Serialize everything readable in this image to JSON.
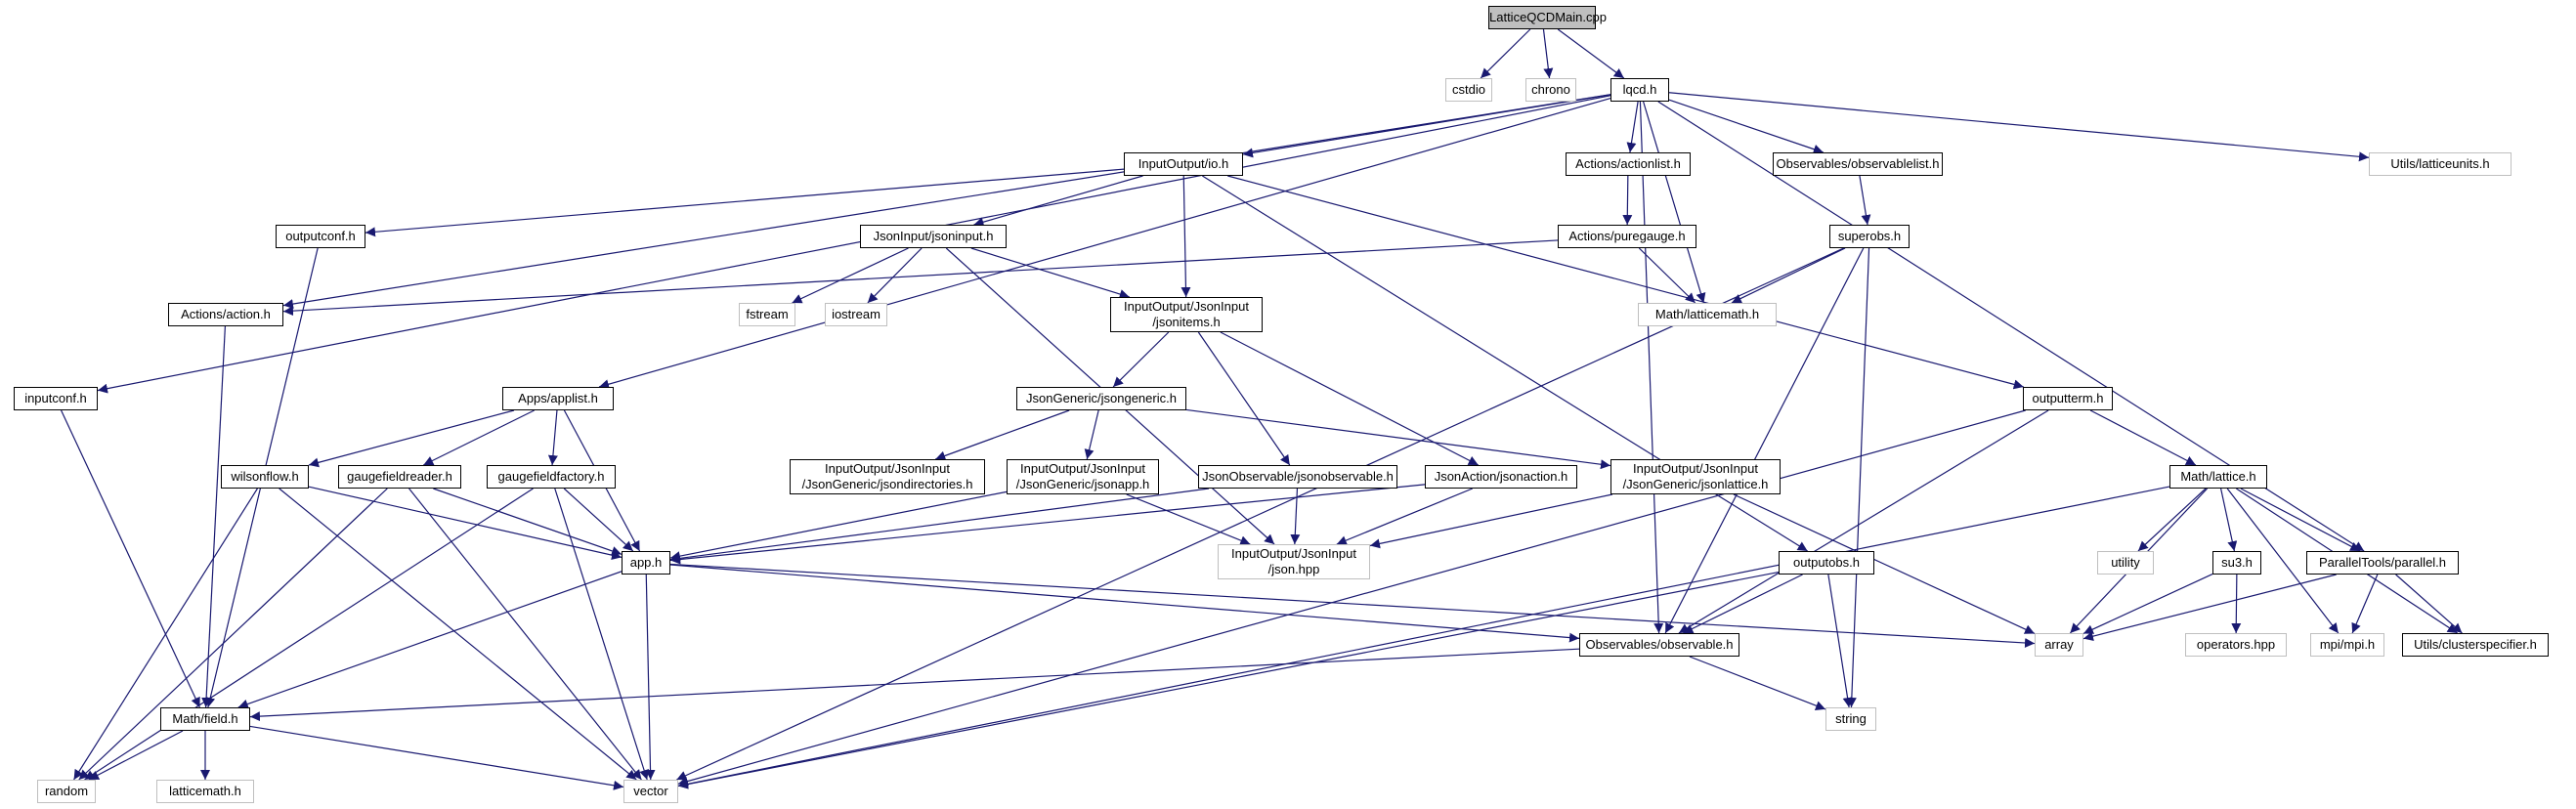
{
  "colors": {
    "edge": "#191970",
    "node_border": "#000000",
    "external_border": "#bfbfbf",
    "root_fill": "#bfbfbf"
  },
  "nodes": {
    "root": {
      "lines": [
        "LatticeQCDMain.cpp"
      ]
    },
    "cstdio": {
      "lines": [
        "cstdio"
      ]
    },
    "chrono": {
      "lines": [
        "chrono"
      ]
    },
    "lqcd": {
      "lines": [
        "lqcd.h"
      ]
    },
    "io": {
      "lines": [
        "InputOutput/io.h"
      ]
    },
    "actionlist": {
      "lines": [
        "Actions/actionlist.h"
      ]
    },
    "observablelist": {
      "lines": [
        "Observables/observablelist.h"
      ]
    },
    "latticeunits": {
      "lines": [
        "Utils/latticeunits.h"
      ]
    },
    "outputconf": {
      "lines": [
        "outputconf.h"
      ]
    },
    "jsoninput": {
      "lines": [
        "JsonInput/jsoninput.h"
      ]
    },
    "puregauge": {
      "lines": [
        "Actions/puregauge.h"
      ]
    },
    "superobs": {
      "lines": [
        "superobs.h"
      ]
    },
    "action": {
      "lines": [
        "Actions/action.h"
      ]
    },
    "fstream": {
      "lines": [
        "fstream"
      ]
    },
    "iostream": {
      "lines": [
        "iostream"
      ]
    },
    "jsonitems": {
      "lines": [
        "InputOutput/JsonInput",
        "/jsonitems.h"
      ]
    },
    "mlatticemath": {
      "lines": [
        "Math/latticemath.h"
      ]
    },
    "inputconf": {
      "lines": [
        "inputconf.h"
      ]
    },
    "applist": {
      "lines": [
        "Apps/applist.h"
      ]
    },
    "jsongeneric": {
      "lines": [
        "JsonGeneric/jsongeneric.h"
      ]
    },
    "outputterm": {
      "lines": [
        "outputterm.h"
      ]
    },
    "wilsonflow": {
      "lines": [
        "wilsonflow.h"
      ]
    },
    "gfreader": {
      "lines": [
        "gaugefieldreader.h"
      ]
    },
    "gffactory": {
      "lines": [
        "gaugefieldfactory.h"
      ]
    },
    "jsondirs": {
      "lines": [
        "InputOutput/JsonInput",
        "/JsonGeneric/jsondirectories.h"
      ]
    },
    "jsonapp": {
      "lines": [
        "InputOutput/JsonInput",
        "/JsonGeneric/jsonapp.h"
      ]
    },
    "jsonobs": {
      "lines": [
        "JsonObservable/jsonobservable.h"
      ]
    },
    "jsonaction": {
      "lines": [
        "JsonAction/jsonaction.h"
      ]
    },
    "jsonlattice": {
      "lines": [
        "InputOutput/JsonInput",
        "/JsonGeneric/jsonlattice.h"
      ]
    },
    "mathlattice": {
      "lines": [
        "Math/lattice.h"
      ]
    },
    "app": {
      "lines": [
        "app.h"
      ]
    },
    "jsonhpp": {
      "lines": [
        "InputOutput/JsonInput",
        "/json.hpp"
      ]
    },
    "outputobs": {
      "lines": [
        "outputobs.h"
      ]
    },
    "utility": {
      "lines": [
        "utility"
      ]
    },
    "su3": {
      "lines": [
        "su3.h"
      ]
    },
    "parallel": {
      "lines": [
        "ParallelTools/parallel.h"
      ]
    },
    "observable": {
      "lines": [
        "Observables/observable.h"
      ]
    },
    "array": {
      "lines": [
        "array"
      ]
    },
    "operators": {
      "lines": [
        "operators.hpp"
      ]
    },
    "mpi": {
      "lines": [
        "mpi/mpi.h"
      ]
    },
    "clusterspec": {
      "lines": [
        "Utils/clusterspecifier.h"
      ]
    },
    "mathfield": {
      "lines": [
        "Math/field.h"
      ]
    },
    "string": {
      "lines": [
        "string"
      ]
    },
    "random": {
      "lines": [
        "random"
      ]
    },
    "latticemath": {
      "lines": [
        "latticemath.h"
      ]
    },
    "vector": {
      "lines": [
        "vector"
      ]
    }
  },
  "edges": [
    [
      "root",
      "cstdio"
    ],
    [
      "root",
      "chrono"
    ],
    [
      "root",
      "lqcd"
    ],
    [
      "lqcd",
      "io"
    ],
    [
      "lqcd",
      "actionlist"
    ],
    [
      "lqcd",
      "observablelist"
    ],
    [
      "lqcd",
      "latticeunits"
    ],
    [
      "lqcd",
      "mlatticemath"
    ],
    [
      "lqcd",
      "action"
    ],
    [
      "lqcd",
      "applist"
    ],
    [
      "lqcd",
      "inputconf"
    ],
    [
      "lqcd",
      "observable"
    ],
    [
      "lqcd",
      "parallel"
    ],
    [
      "io",
      "outputconf"
    ],
    [
      "io",
      "jsoninput"
    ],
    [
      "io",
      "jsonitems"
    ],
    [
      "io",
      "outputterm"
    ],
    [
      "io",
      "outputobs"
    ],
    [
      "actionlist",
      "puregauge"
    ],
    [
      "observablelist",
      "superobs"
    ],
    [
      "puregauge",
      "action"
    ],
    [
      "puregauge",
      "mlatticemath"
    ],
    [
      "superobs",
      "mlatticemath"
    ],
    [
      "superobs",
      "observable"
    ],
    [
      "superobs",
      "string"
    ],
    [
      "superobs",
      "vector"
    ],
    [
      "outputconf",
      "mathfield"
    ],
    [
      "jsoninput",
      "fstream"
    ],
    [
      "jsoninput",
      "iostream"
    ],
    [
      "jsoninput",
      "jsonitems"
    ],
    [
      "jsoninput",
      "jsonhpp"
    ],
    [
      "jsonitems",
      "jsongeneric"
    ],
    [
      "jsonitems",
      "jsonobs"
    ],
    [
      "jsonitems",
      "jsonaction"
    ],
    [
      "jsongeneric",
      "jsondirs"
    ],
    [
      "jsongeneric",
      "jsonapp"
    ],
    [
      "jsongeneric",
      "jsonlattice"
    ],
    [
      "jsonapp",
      "app"
    ],
    [
      "jsonapp",
      "jsonhpp"
    ],
    [
      "jsonobs",
      "app"
    ],
    [
      "jsonobs",
      "jsonhpp"
    ],
    [
      "jsonaction",
      "app"
    ],
    [
      "jsonaction",
      "jsonhpp"
    ],
    [
      "jsonlattice",
      "jsonhpp"
    ],
    [
      "jsonlattice",
      "array"
    ],
    [
      "action",
      "mathfield"
    ],
    [
      "inputconf",
      "mathfield"
    ],
    [
      "applist",
      "wilsonflow"
    ],
    [
      "applist",
      "gfreader"
    ],
    [
      "applist",
      "gffactory"
    ],
    [
      "applist",
      "app"
    ],
    [
      "wilsonflow",
      "app"
    ],
    [
      "wilsonflow",
      "random"
    ],
    [
      "wilsonflow",
      "vector"
    ],
    [
      "gfreader",
      "app"
    ],
    [
      "gfreader",
      "random"
    ],
    [
      "gfreader",
      "vector"
    ],
    [
      "gffactory",
      "app"
    ],
    [
      "gffactory",
      "random"
    ],
    [
      "gffactory",
      "vector"
    ],
    [
      "app",
      "mathfield"
    ],
    [
      "app",
      "observable"
    ],
    [
      "app",
      "vector"
    ],
    [
      "app",
      "array"
    ],
    [
      "outputterm",
      "observable"
    ],
    [
      "outputterm",
      "mathlattice"
    ],
    [
      "outputterm",
      "vector"
    ],
    [
      "outputobs",
      "observable"
    ],
    [
      "outputobs",
      "string"
    ],
    [
      "outputobs",
      "vector"
    ],
    [
      "mathlattice",
      "utility"
    ],
    [
      "mathlattice",
      "su3"
    ],
    [
      "mathlattice",
      "parallel"
    ],
    [
      "mathlattice",
      "array"
    ],
    [
      "mathlattice",
      "mpi"
    ],
    [
      "mathlattice",
      "clusterspec"
    ],
    [
      "mathlattice",
      "vector"
    ],
    [
      "su3",
      "operators"
    ],
    [
      "su3",
      "array"
    ],
    [
      "parallel",
      "array"
    ],
    [
      "parallel",
      "mpi"
    ],
    [
      "parallel",
      "clusterspec"
    ],
    [
      "observable",
      "mathfield"
    ],
    [
      "observable",
      "string"
    ],
    [
      "mathfield",
      "random"
    ],
    [
      "mathfield",
      "latticemath"
    ],
    [
      "mathfield",
      "vector"
    ]
  ]
}
